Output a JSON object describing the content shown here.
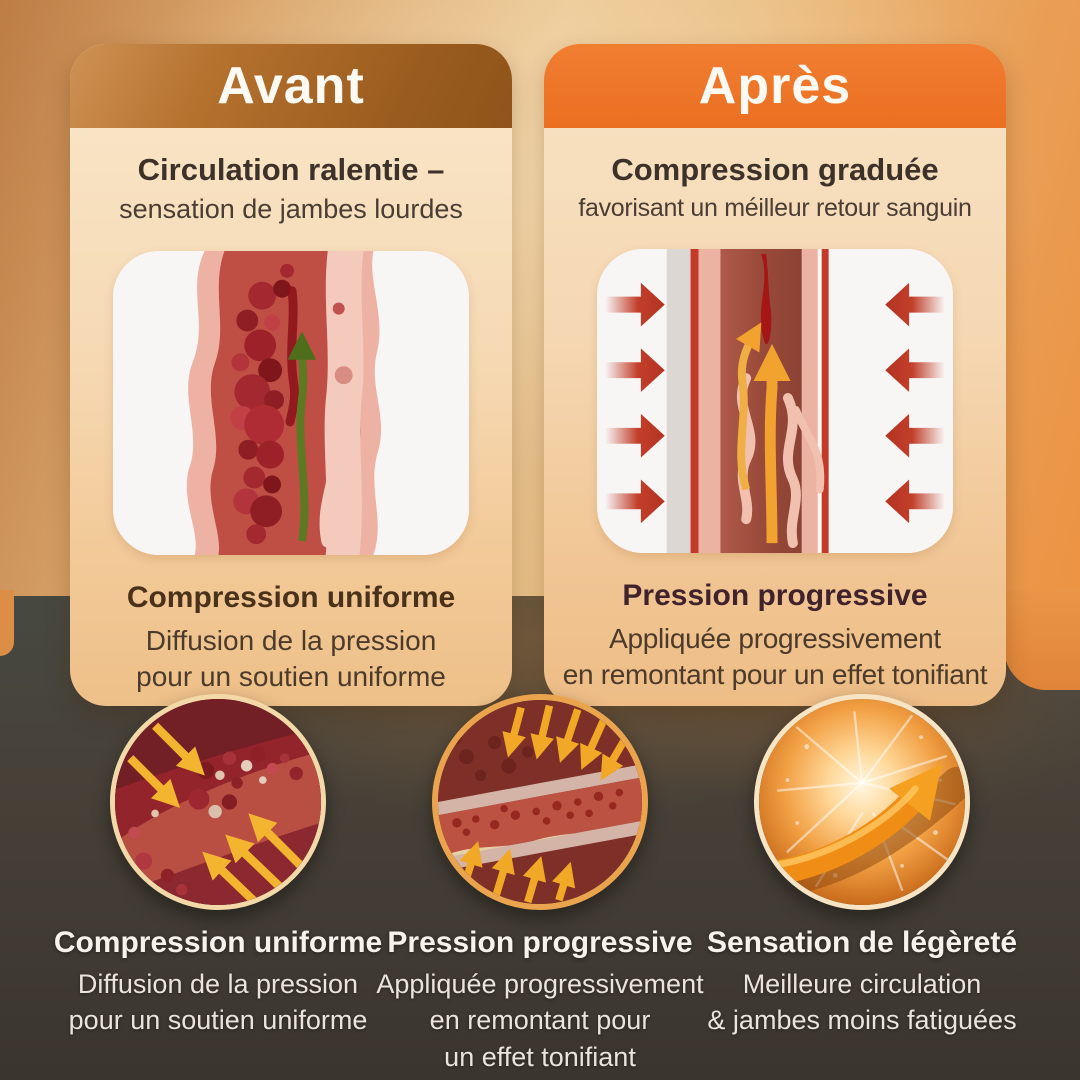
{
  "panels": {
    "before": {
      "header": "Avant",
      "title": "Circulation ralentie –",
      "subtitle": "sensation de jambes lourdes",
      "illustration_icon": "congested-vein-illustration",
      "foot_title": "Compression uniforme",
      "foot_subtitle": "Diffusion de la pression\npour un soutien uniforme"
    },
    "after": {
      "header": "Après",
      "title": "Compression graduée",
      "subtitle": "favorisant un méilleur retour sanguin",
      "illustration_icon": "compressed-vein-arrows-illustration",
      "foot_title": "Pression progressive",
      "foot_subtitle": "Appliquée progressivement\nen remontant pour un effet tonifiant"
    }
  },
  "benefits": [
    {
      "title": "Compression uniforme",
      "subtitle": "Diffusion de la pression\npour un soutien uniforme",
      "icon": "uniform-compression-vessel-icon"
    },
    {
      "title": "Pression progressive",
      "subtitle": "Appliquée progressivement\nen remontant pour\nun effet tonifiant",
      "icon": "progressive-pressure-vessel-icon"
    },
    {
      "title": "Sensation de légèreté",
      "subtitle": "Meilleure circulation\n& jambes moins fatiguées",
      "icon": "lightness-glow-arrow-icon"
    }
  ],
  "colors": {
    "accent_orange": "#eb6f21",
    "header_brown": "#a56526",
    "panel_cream": "#f6dab5",
    "background_dark": "#45443c",
    "arrow_yellow": "#f3b52f",
    "arrow_red": "#c23f2a",
    "arrow_green": "#5d7a22"
  }
}
